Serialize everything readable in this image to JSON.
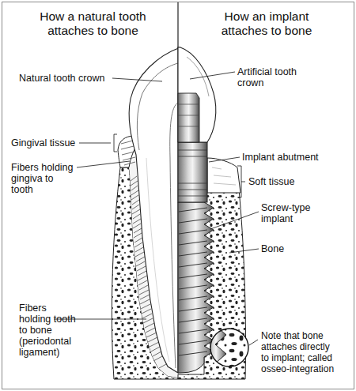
{
  "diagram": {
    "labels": [
      "How a natural tooth attaches to bone",
      "How an implant attaches to bone",
      "Natural tooth crown",
      "Artificial tooth crown",
      "Gingival tissue",
      "Implant abutment",
      "Fibers holding gingiva to tooth",
      "Soft tissue",
      "Screw-type implant",
      "Bone",
      "Fibers holding tooth to bone (periodontal ligament)",
      "Note that bone attaches directly to implant; called osseo-integration"
    ]
  }
}
